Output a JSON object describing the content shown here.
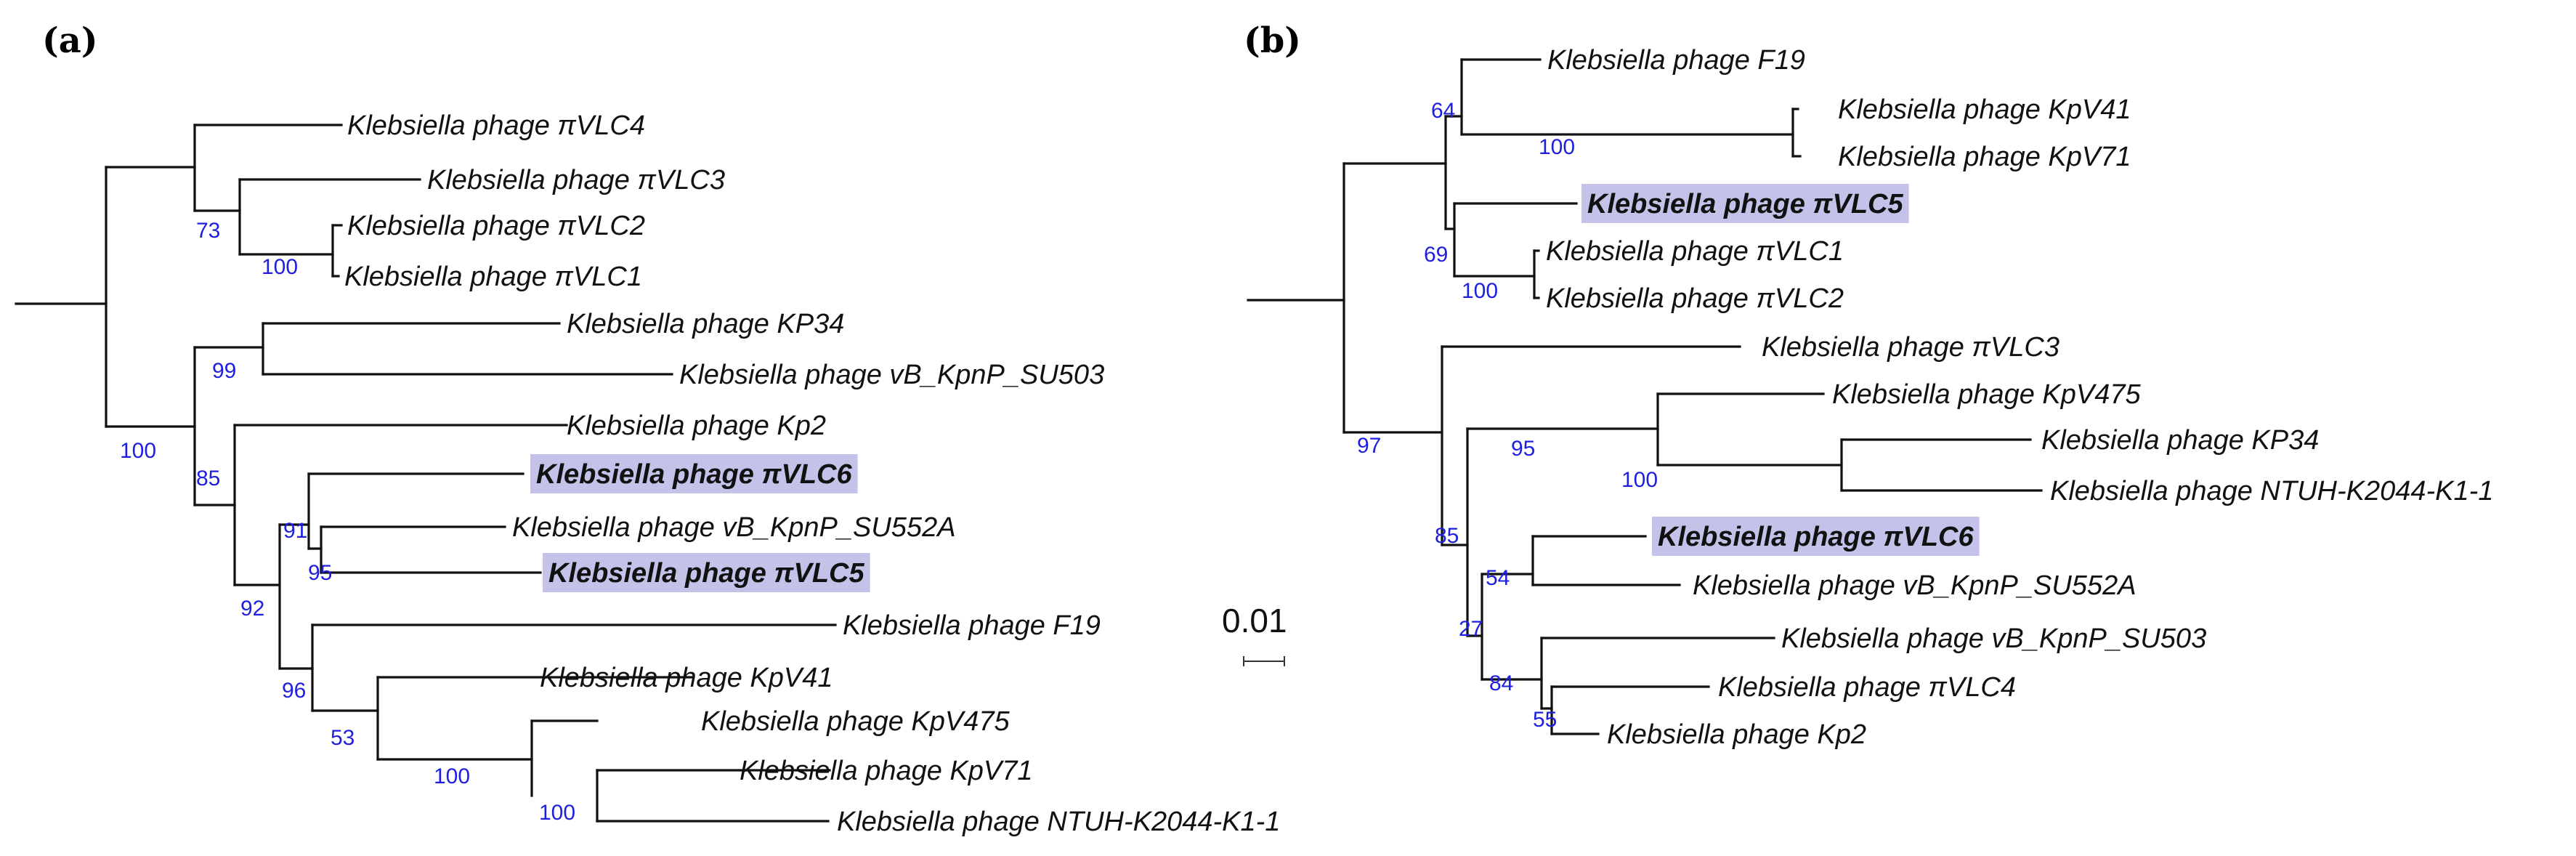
{
  "figure": {
    "panel_a_label": "(a)",
    "panel_b_label": "(b)",
    "scale_label": "0.01"
  },
  "panel_a": {
    "taxa": [
      {
        "name": "Klebsiella phage πVLC4",
        "highlighted": false
      },
      {
        "name": "Klebsiella phage πVLC3",
        "highlighted": false
      },
      {
        "name": "Klebsiella phage πVLC2",
        "highlighted": false
      },
      {
        "name": "Klebsiella phage πVLC1",
        "highlighted": false
      },
      {
        "name": "Klebsiella phage KP34",
        "highlighted": false
      },
      {
        "name": "Klebsiella phage vB_KpnP_SU503",
        "highlighted": false
      },
      {
        "name": "Klebsiella phage Kp2",
        "highlighted": false
      },
      {
        "name": "Klebsiella phage πVLC6",
        "highlighted": true
      },
      {
        "name": "Klebsiella phage vB_KpnP_SU552A",
        "highlighted": false
      },
      {
        "name": "Klebsiella phage πVLC5",
        "highlighted": true
      },
      {
        "name": "Klebsiella phage F19",
        "highlighted": false
      },
      {
        "name": "Klebsiella phage KpV41",
        "highlighted": false
      },
      {
        "name": "Klebsiella phage KpV475",
        "highlighted": false
      },
      {
        "name": "Klebsiella phage KpV71",
        "highlighted": false
      },
      {
        "name": "Klebsiella phage NTUH-K2044-K1-1",
        "highlighted": false
      }
    ],
    "support_values": [
      "73",
      "100",
      "99",
      "100",
      "85",
      "91",
      "95",
      "92",
      "96",
      "53",
      "100",
      "100"
    ]
  },
  "panel_b": {
    "taxa": [
      {
        "name": "Klebsiella phage F19",
        "highlighted": false
      },
      {
        "name": "Klebsiella phage KpV41",
        "highlighted": false
      },
      {
        "name": "Klebsiella phage KpV71",
        "highlighted": false
      },
      {
        "name": "Klebsiella phage πVLC5",
        "highlighted": true
      },
      {
        "name": "Klebsiella phage πVLC1",
        "highlighted": false
      },
      {
        "name": "Klebsiella phage πVLC2",
        "highlighted": false
      },
      {
        "name": "Klebsiella phage πVLC3",
        "highlighted": false
      },
      {
        "name": "Klebsiella phage KpV475",
        "highlighted": false
      },
      {
        "name": "Klebsiella phage KP34",
        "highlighted": false
      },
      {
        "name": "Klebsiella phage NTUH-K2044-K1-1",
        "highlighted": false
      },
      {
        "name": "Klebsiella phage πVLC6",
        "highlighted": true
      },
      {
        "name": "Klebsiella phage vB_KpnP_SU552A",
        "highlighted": false
      },
      {
        "name": "Klebsiella phage vB_KpnP_SU503",
        "highlighted": false
      },
      {
        "name": "Klebsiella phage πVLC4",
        "highlighted": false
      },
      {
        "name": "Klebsiella phage Kp2",
        "highlighted": false
      }
    ],
    "support_values": [
      "64",
      "100",
      "69",
      "100",
      "97",
      "95",
      "100",
      "85",
      "54",
      "27",
      "84",
      "55"
    ]
  },
  "colors": {
    "highlight": "#c3c3ea",
    "support": "#1f1fe0",
    "branch": "#111111"
  }
}
